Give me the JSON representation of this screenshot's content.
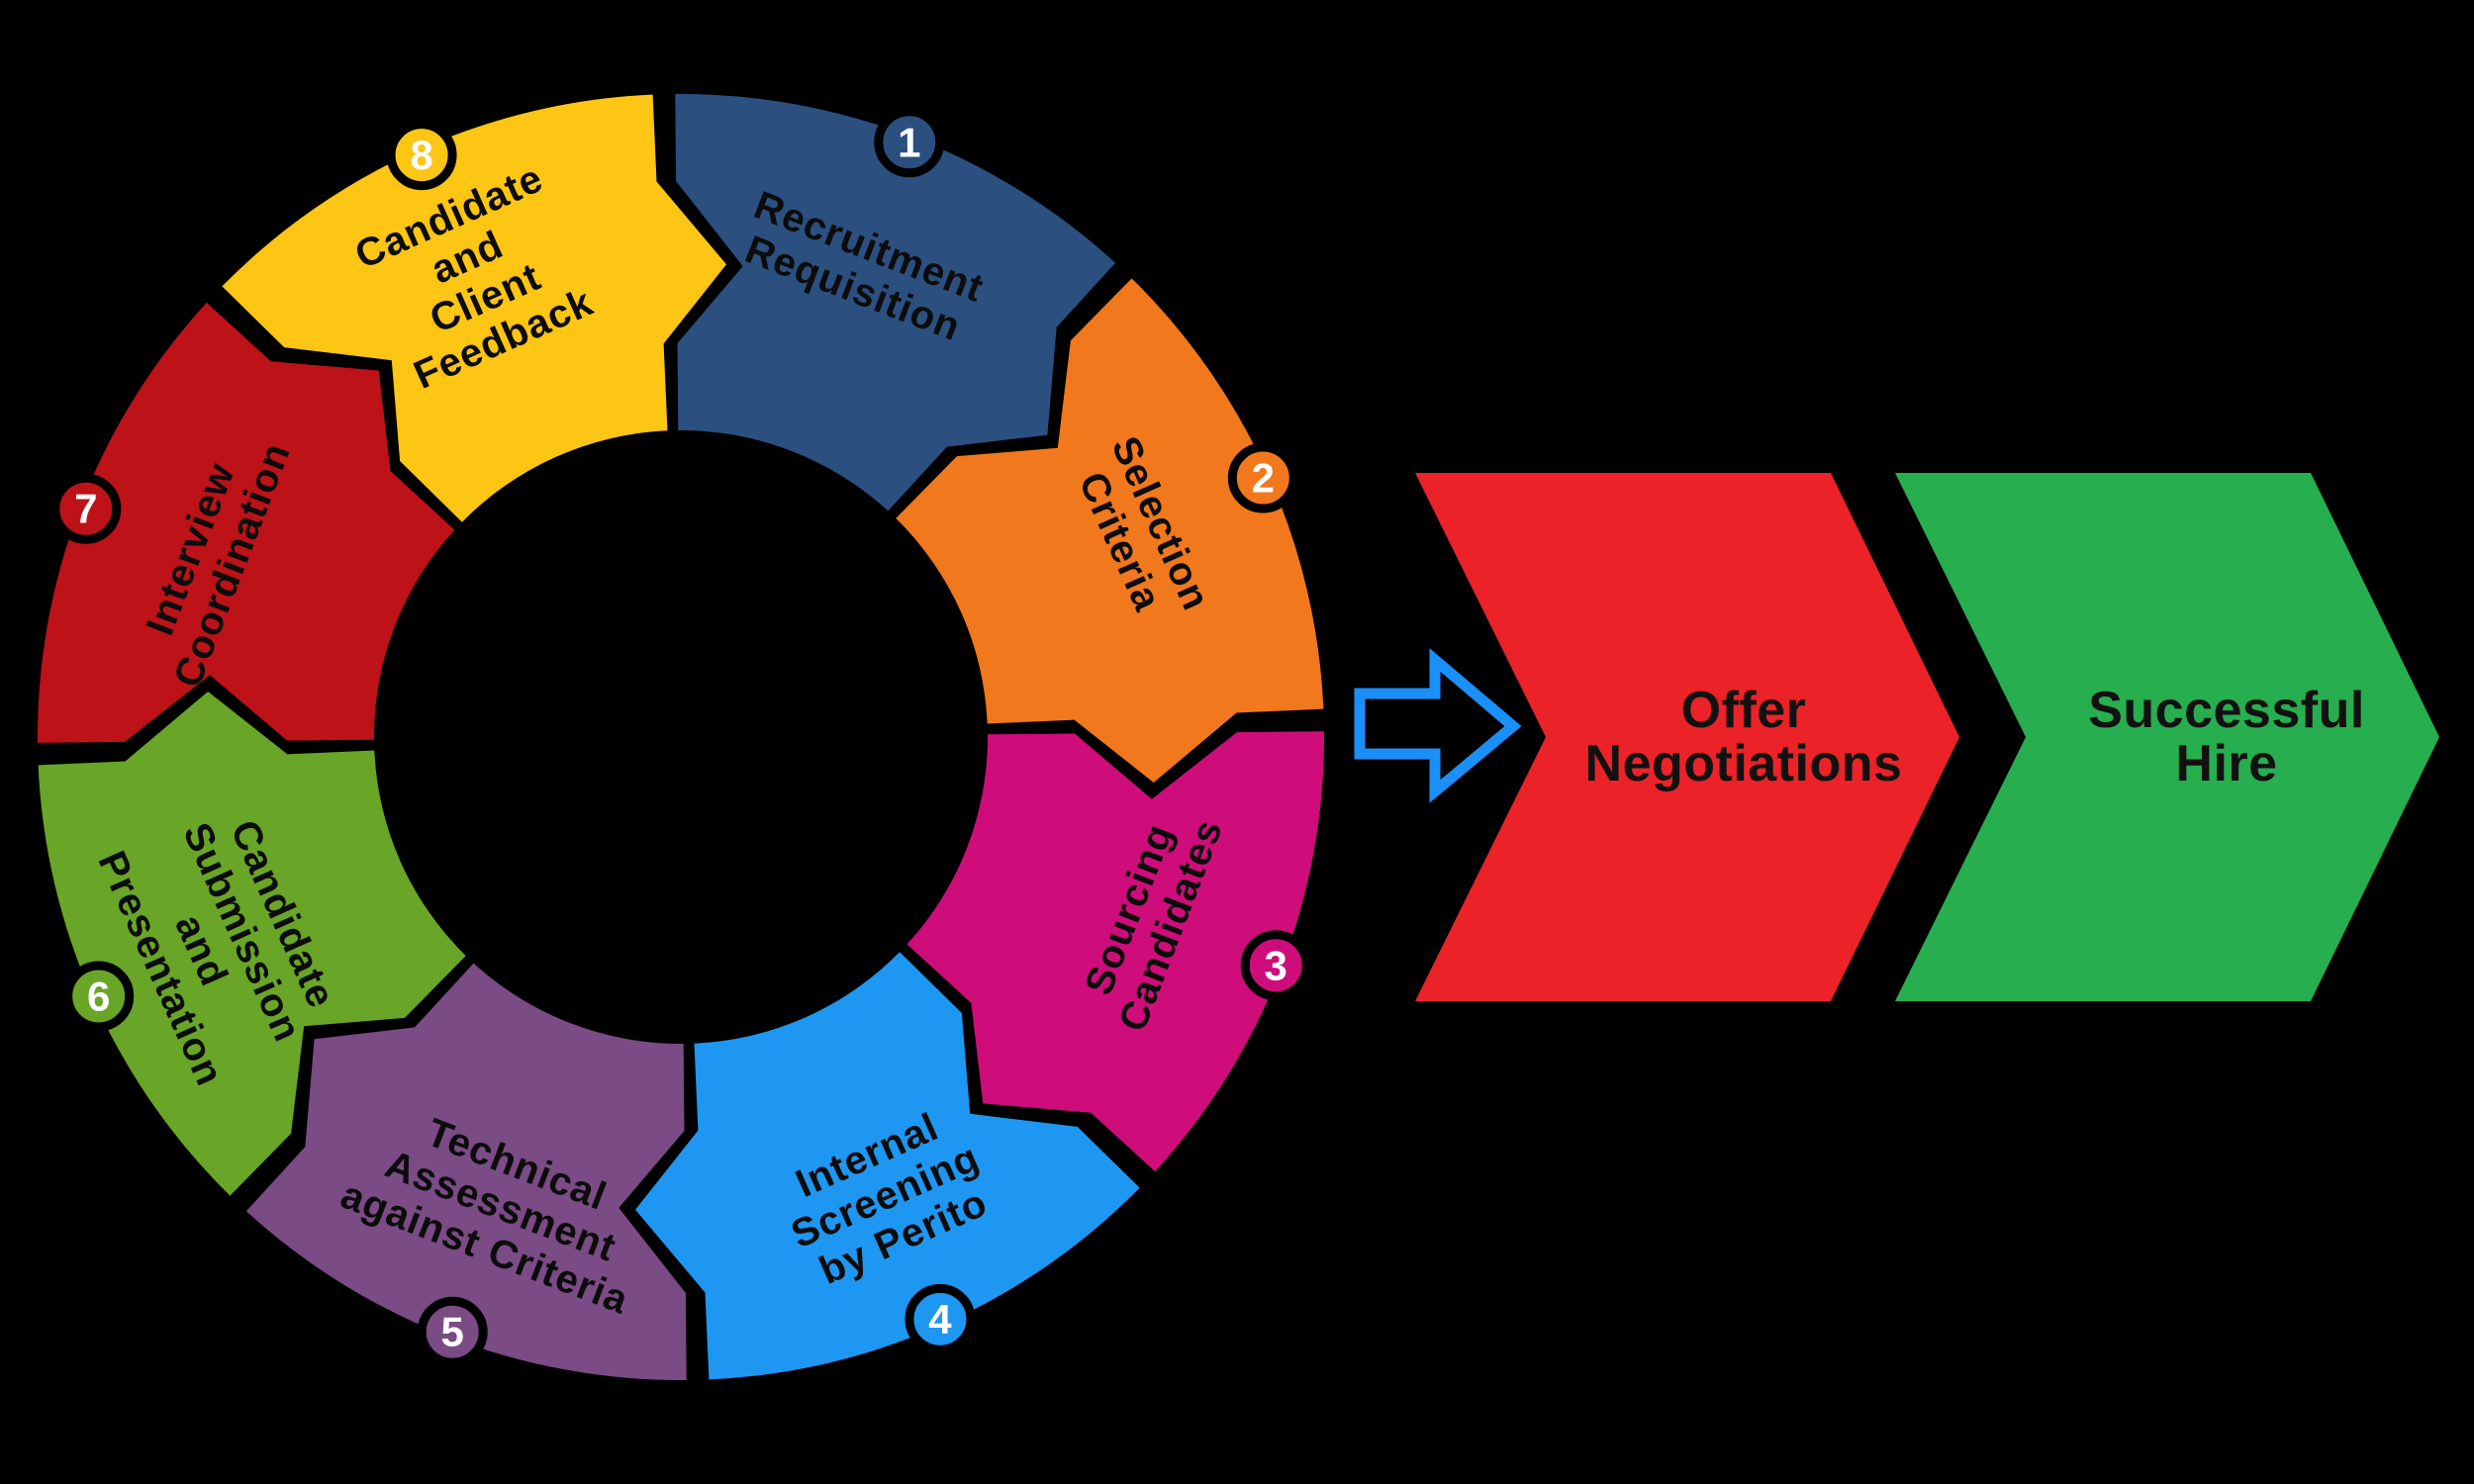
{
  "diagram_title": "",
  "background_color": "#000000",
  "ring": {
    "text_color": "#0c0c0c",
    "badge_number_color": "#ffffff",
    "segments": [
      {
        "number": "1",
        "label": "Recruitment Requisition",
        "lines": [
          "Recruitment",
          "Requisition"
        ],
        "color": "#2B5080"
      },
      {
        "number": "2",
        "label": "Selection Criteria",
        "lines": [
          "Selection",
          "Criteria"
        ],
        "color": "#F1781C"
      },
      {
        "number": "3",
        "label": "Sourcing Candidates",
        "lines": [
          "Sourcing",
          "Candidates"
        ],
        "color": "#CE0D7A"
      },
      {
        "number": "4",
        "label": "Internal Screening by Perito",
        "lines": [
          "Internal",
          "Screening",
          "by Perito"
        ],
        "color": "#1E97F2"
      },
      {
        "number": "5",
        "label": "Technical Assessment against Criteria",
        "lines": [
          "Technical",
          "Assessment",
          "against Criteria"
        ],
        "color": "#7A4B84"
      },
      {
        "number": "6",
        "label": "Candidate Submission and Presentation",
        "lines": [
          "Candidate",
          "Submission",
          "and",
          "Presentation"
        ],
        "color": "#69A527"
      },
      {
        "number": "7",
        "label": "Interview Coordination",
        "lines": [
          "Interview",
          "Coordination"
        ],
        "color": "#BC1218"
      },
      {
        "number": "8",
        "label": "Candidate and Client Feedback",
        "lines": [
          "Candidate",
          "and",
          "Client",
          "Feedback"
        ],
        "color": "#FDC514"
      }
    ]
  },
  "flow": {
    "arrow_color": "#1B8FF8",
    "text_color": "#111111",
    "steps": [
      {
        "label": "Offer Negotiations",
        "lines": [
          "Offer",
          "Negotiations"
        ],
        "color": "#EB2228"
      },
      {
        "label": "Successful Hire",
        "lines": [
          "Successful",
          "Hire"
        ],
        "color": "#27AE4F"
      }
    ]
  }
}
